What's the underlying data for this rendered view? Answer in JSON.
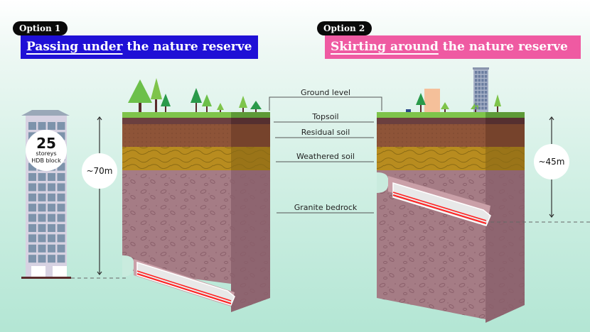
{
  "option1": {
    "pill": "Option 1",
    "title_underlined": "Passing under",
    "title_rest": " the nature reserve",
    "depth": "~70m",
    "building_count": "25",
    "building_line1": "storeys",
    "building_line2": "HDB block",
    "accent": "#1f10d6"
  },
  "option2": {
    "pill": "Option 2",
    "title_underlined": "Skirting around",
    "title_rest": " the nature reserve",
    "depth": "~45m",
    "accent": "#ef5aa2"
  },
  "layers": {
    "ground": "Ground level",
    "topsoil": "Topsoil",
    "residual": "Residual soil",
    "weathered": "Weathered soil",
    "granite": "Granite bedrock"
  }
}
